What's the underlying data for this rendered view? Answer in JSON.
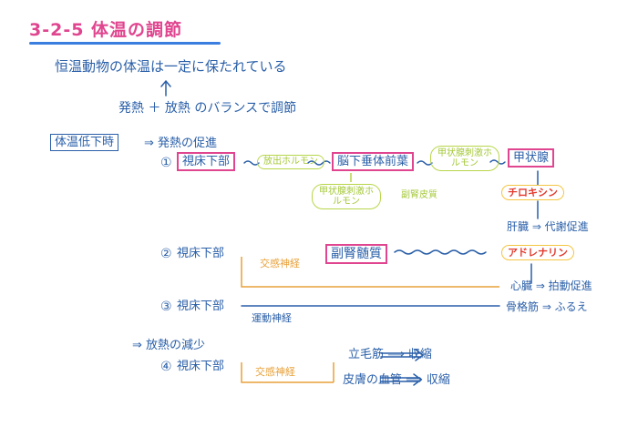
{
  "title": "3-2-5 体温の調節",
  "statement": "恒温動物の体温は一定に保たれている",
  "balance": "発熱 ＋ 放熱 のバランスで調節",
  "condition": "体温低下時",
  "promote": "⇒ 発熱の促進",
  "c1": "①",
  "hypothalamus": "視床下部",
  "releasing_hormone": "放出ホルモン",
  "anterior_pituitary": "脳下垂体前葉",
  "tsh_upper": "甲状腺刺激ホルモン",
  "tsh_lower": "甲状腺刺激ホルモン",
  "thyroid": "甲状腺",
  "thyroxine": "チロキシン",
  "adrenal_cortex": "副腎皮質",
  "liver1": "肝臓 ⇒ 代謝促進",
  "c2": "②",
  "hypothalamus2": "視床下部",
  "sympathetic1": "交感神経",
  "adrenal_medulla": "副腎髄質",
  "adrenaline": "アドレナリン",
  "heart": "心臓 ⇒ 拍動促進",
  "c3": "③",
  "hypothalamus3": "視床下部",
  "motor_nerve": "運動神経",
  "muscle": "骨格筋 ⇒ ふるえ",
  "reduce": "⇒ 放熱の減少",
  "c4": "④",
  "hypothalamus4": "視床下部",
  "sympathetic2": "交感神経",
  "piloerector": "立毛筋 ⟹ 収縮",
  "skin_vessels": "皮膚の血管 ⟹ 収縮"
}
